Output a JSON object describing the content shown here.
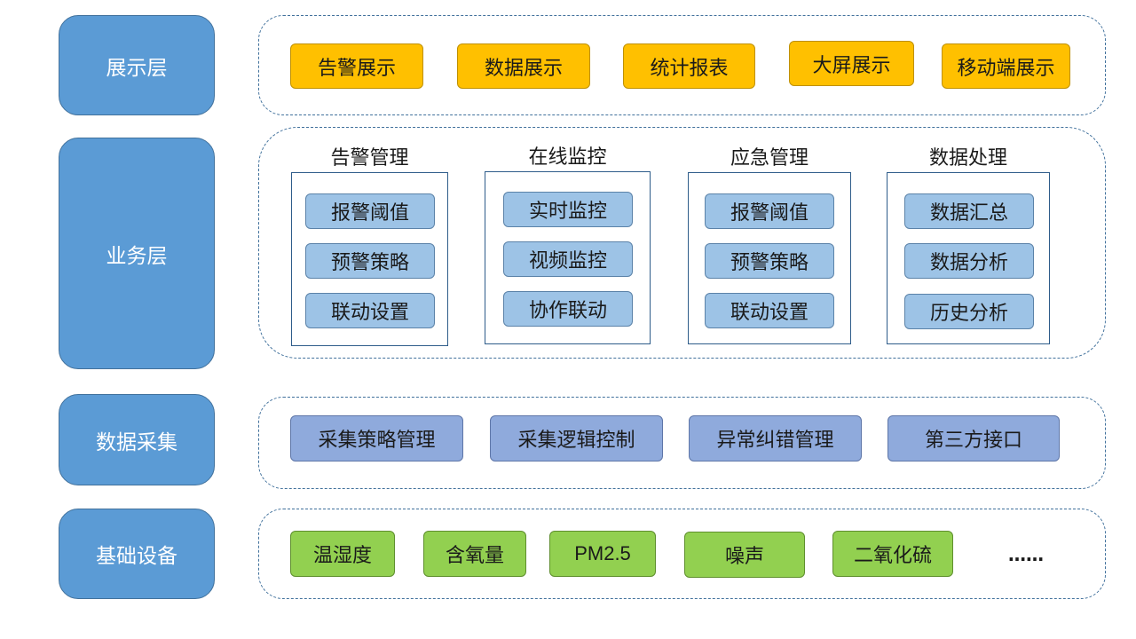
{
  "layers": {
    "presentation": {
      "label": "展示层",
      "items": [
        "告警展示",
        "数据展示",
        "统计报表",
        "大屏展示",
        "移动端展示"
      ]
    },
    "business": {
      "label": "业务层",
      "groups": [
        {
          "title": "告警管理",
          "items": [
            "报警阈值",
            "预警策略",
            "联动设置"
          ]
        },
        {
          "title": "在线监控",
          "items": [
            "实时监控",
            "视频监控",
            "协作联动"
          ]
        },
        {
          "title": "应急管理",
          "items": [
            "报警阈值",
            "预警策略",
            "联动设置"
          ]
        },
        {
          "title": "数据处理",
          "items": [
            "数据汇总",
            "数据分析",
            "历史分析"
          ]
        }
      ]
    },
    "collection": {
      "label": "数据采集",
      "items": [
        "采集策略管理",
        "采集逻辑控制",
        "异常纠错管理",
        "第三方接口"
      ]
    },
    "devices": {
      "label": "基础设备",
      "items": [
        "温湿度",
        "含氧量",
        "PM2.5",
        "噪声",
        "二氧化硫"
      ],
      "more": "……"
    }
  },
  "colors": {
    "layer_label": "#5b9bd5",
    "presentation_item": "#ffc000",
    "business_item": "#9dc3e6",
    "collection_item": "#8faadc",
    "device_item": "#92d050",
    "dashed_border": "#41719c"
  }
}
